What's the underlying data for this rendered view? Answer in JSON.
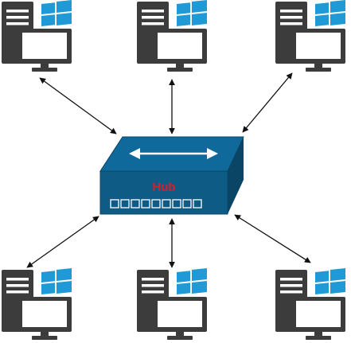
{
  "hub": {
    "label": "Hub",
    "port_count": 9
  },
  "computers": [
    {
      "id": "pc-top-left",
      "icon": "windows-desktop-computer"
    },
    {
      "id": "pc-top-center",
      "icon": "windows-desktop-computer"
    },
    {
      "id": "pc-top-right",
      "icon": "windows-desktop-computer"
    },
    {
      "id": "pc-bottom-left",
      "icon": "windows-desktop-computer"
    },
    {
      "id": "pc-bottom-center",
      "icon": "windows-desktop-computer"
    },
    {
      "id": "pc-bottom-right",
      "icon": "windows-desktop-computer"
    }
  ],
  "connection_style": "bidirectional-arrow",
  "colors": {
    "computer_body": "#3c3c3c",
    "windows_logo": "#1f9ad6",
    "hub_front": "#0e5b86",
    "hub_top": "#0f6a9b",
    "hub_side": "#0a4566",
    "hub_label": "#d4202a",
    "arrow": "#111111"
  }
}
